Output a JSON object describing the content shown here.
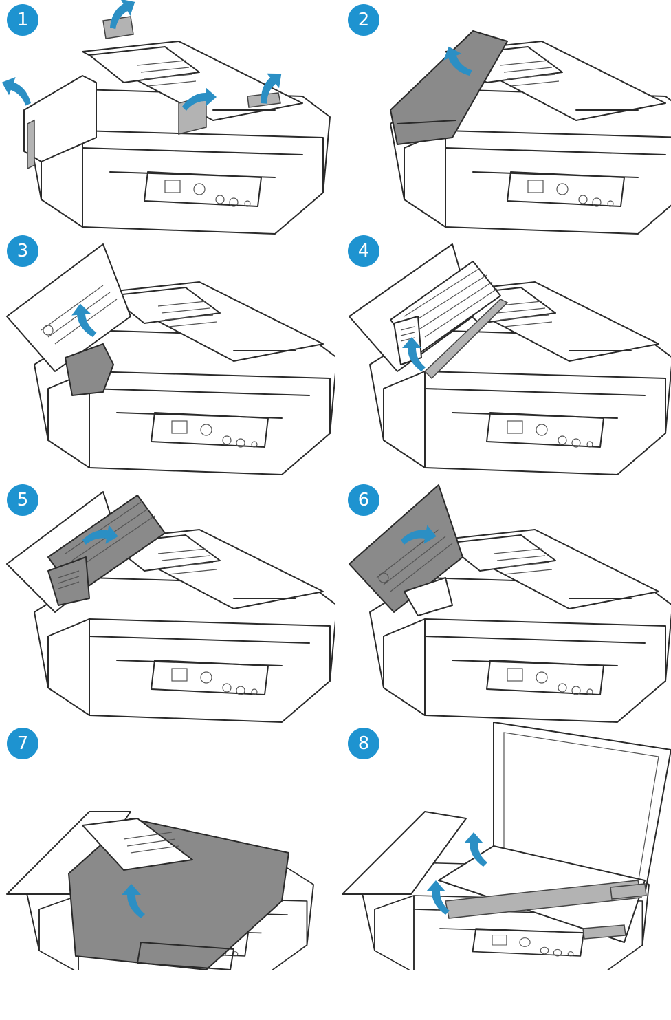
{
  "steps": [
    {
      "label": "1",
      "icon": "scanner-remove-tape-icon"
    },
    {
      "label": "2",
      "icon": "scanner-open-adf-cover-icon"
    },
    {
      "label": "3",
      "icon": "scanner-lift-pad-cover-icon"
    },
    {
      "label": "4",
      "icon": "scanner-lift-roller-module-icon"
    },
    {
      "label": "5",
      "icon": "scanner-rotate-roller-module-icon"
    },
    {
      "label": "6",
      "icon": "scanner-close-adf-cover-icon"
    },
    {
      "label": "7",
      "icon": "scanner-lift-adf-input-tray-icon"
    },
    {
      "label": "8",
      "icon": "scanner-open-lid-remove-tape-icon"
    }
  ],
  "colors": {
    "badge": "#1e93d0",
    "arrow": "#2b8fc4",
    "shade": "#8a8a8a"
  }
}
